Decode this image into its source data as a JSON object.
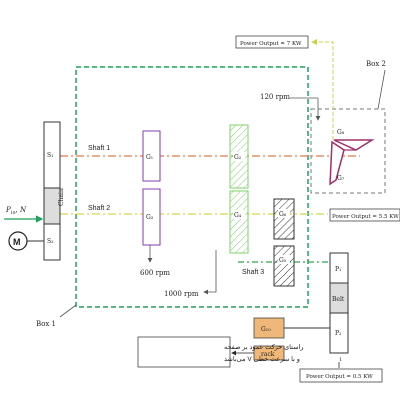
{
  "colors": {
    "box1": "#1ea05a",
    "box2": "#777777",
    "shaft1": "#e07a4a",
    "shaft2": "#d7d84a",
    "shaft3": "#2fa84f",
    "gear_green": "#7fd36a",
    "gear_purple": "#8a3aa8",
    "bevel": "#a0306a",
    "power_arrow": "#c8d050",
    "orange_box": "#f0b878",
    "power_left": "#1ea05a"
  },
  "labels": {
    "power_top": "Power Output = 7 KW",
    "power_mid": "Power Output = 5.5 KW",
    "power_bottom": "Power Output = 0.5 KW",
    "box1": "Box 1",
    "box2": "Box 2",
    "rpm_120": "120 rpm",
    "rpm_600": "600 rpm",
    "rpm_1000": "1000 rpm",
    "shaft1": "Shaft 1",
    "shaft2": "Shaft 2",
    "shaft3": "Shaft 3",
    "chain": "Chain",
    "belt": "Belt",
    "motor": "M",
    "p_in": "P",
    "p_in_sub": "in",
    "p_in_unit": ", N",
    "s1": "S₁",
    "s2": "S₂",
    "g1": "G₁",
    "g2": "G₂",
    "g3": "G₃",
    "g4": "G₄",
    "g5": "G₅",
    "g6": "G₆",
    "g7": "G₇",
    "g8": "G₈",
    "p1": "P₁",
    "p2": "P₂",
    "g10": "G₁₀",
    "rack": "rack",
    "persian_line1": "راستای حرکت عمود بر صفحه",
    "persian_line2": "و با سرعت خطی V می‌باشد",
    "v_mark": "1"
  }
}
